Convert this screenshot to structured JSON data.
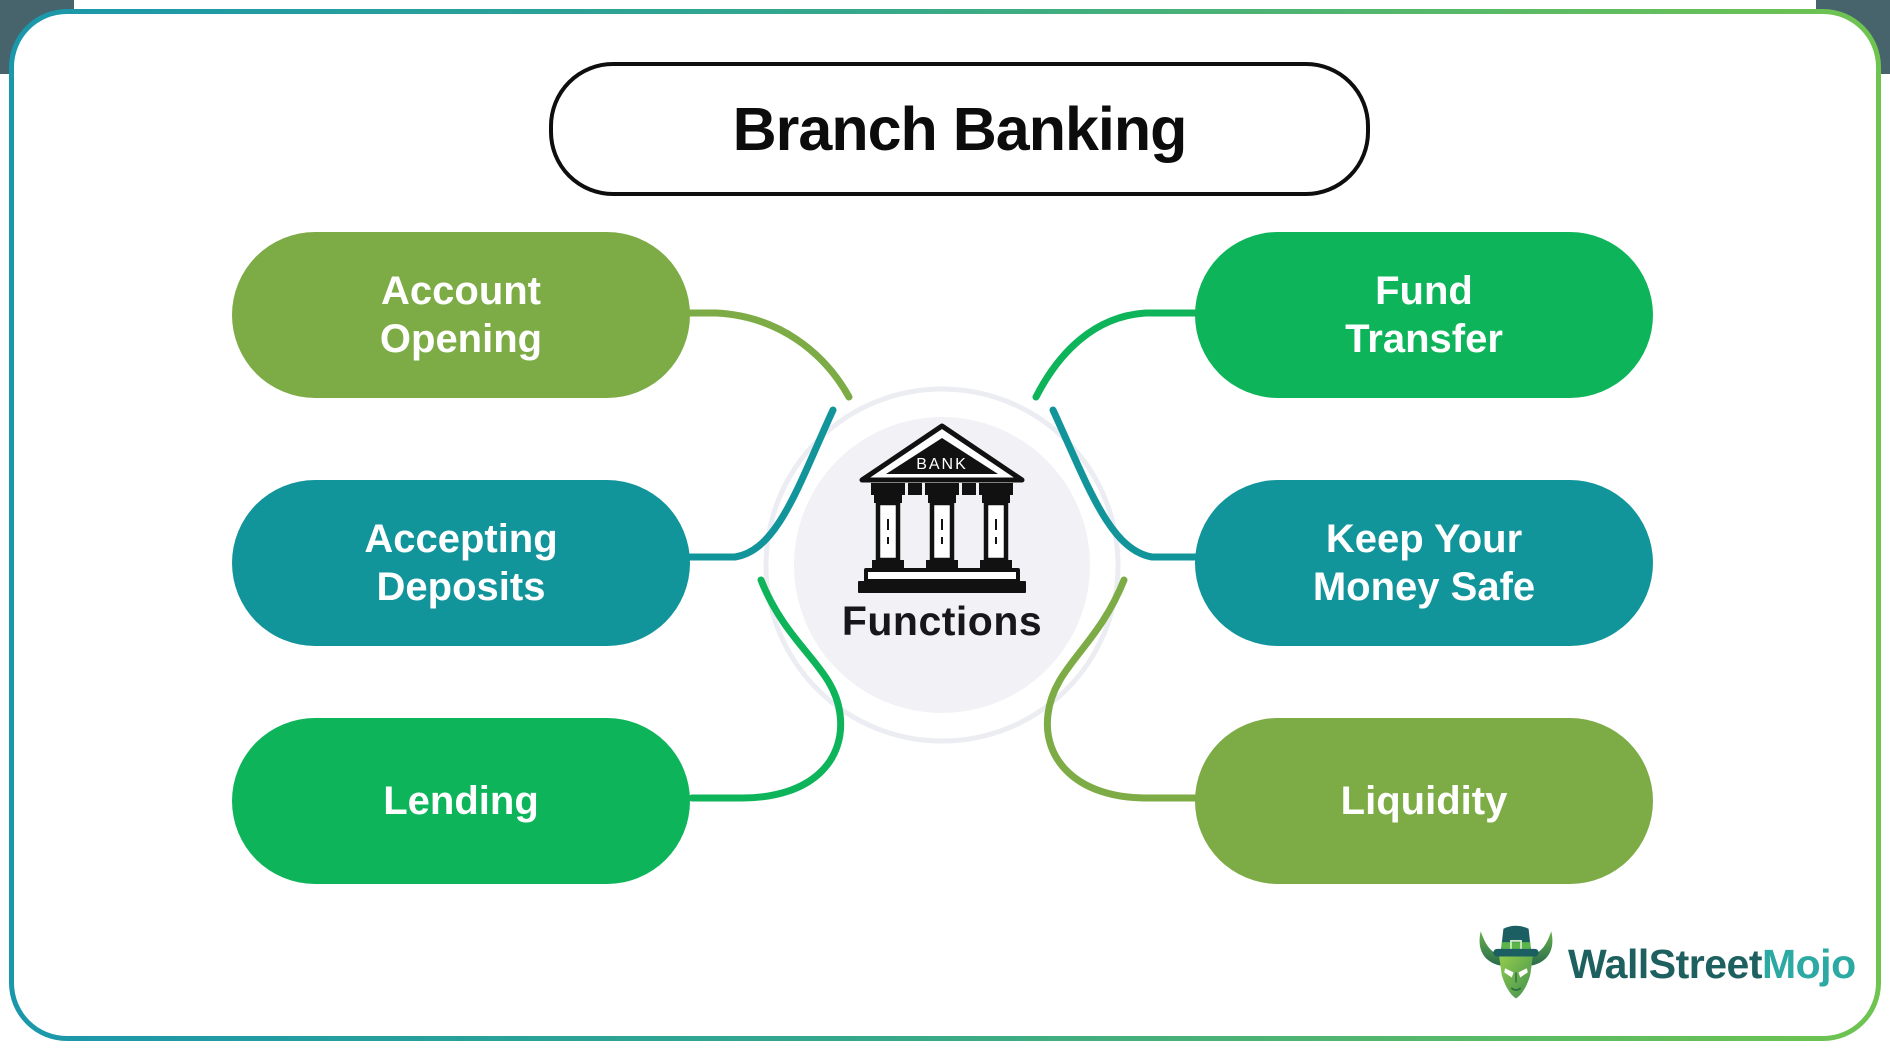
{
  "title": "Branch Banking",
  "center": {
    "bank_sign": "BANK",
    "label": "Functions"
  },
  "pills": [
    {
      "id": "account-opening",
      "label": "Account\nOpening",
      "color": "#7dab45"
    },
    {
      "id": "accepting-deposits",
      "label": "Accepting\nDeposits",
      "color": "#12949b"
    },
    {
      "id": "lending",
      "label": "Lending",
      "color": "#0db45a"
    },
    {
      "id": "fund-transfer",
      "label": "Fund\nTransfer",
      "color": "#0db45a"
    },
    {
      "id": "keep-your-money-safe",
      "label": "Keep Your\nMoney Safe",
      "color": "#12949b"
    },
    {
      "id": "liquidity",
      "label": "Liquidity",
      "color": "#7dab45"
    }
  ],
  "connectors": [
    {
      "to": "account-opening",
      "color": "#7dab45"
    },
    {
      "to": "accepting-deposits",
      "color": "#12949b"
    },
    {
      "to": "lending",
      "color": "#0db45a"
    },
    {
      "to": "fund-transfer",
      "color": "#0db45a"
    },
    {
      "to": "keep-your-money-safe",
      "color": "#12949b"
    },
    {
      "to": "liquidity",
      "color": "#7dab45"
    }
  ],
  "theme": {
    "border_gradient_start": "#1a97ab",
    "border_gradient_end": "#6fc450",
    "center_circle_fill": "#f2f2f6",
    "outer_ring_color": "#ecedf3",
    "title_text_color": "#0c0c0c",
    "pill_text_color": "#ffffff",
    "icon_color": "#111111"
  },
  "branding": {
    "logo_text_primary": "WallStreet",
    "logo_text_accent": "Mojo",
    "logo_primary_color": "#1e605f",
    "logo_accent_color": "#2ba9a2"
  }
}
